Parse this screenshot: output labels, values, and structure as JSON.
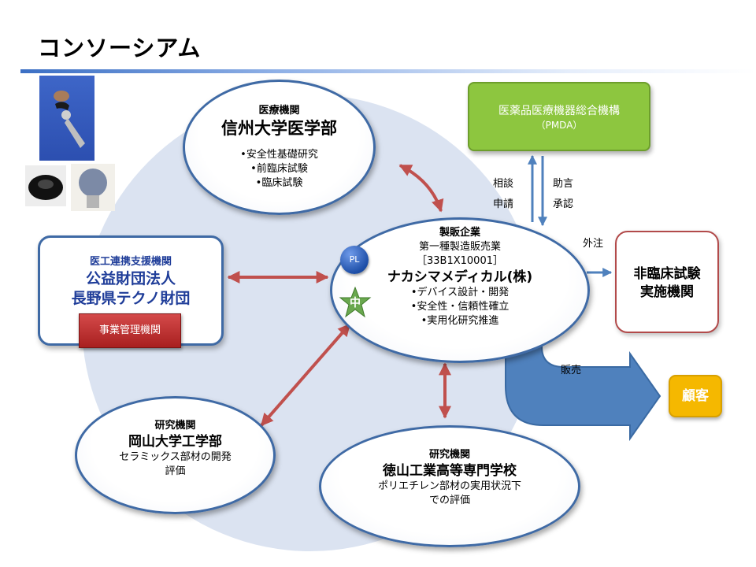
{
  "title": "コンソーシアム",
  "medical": {
    "category": "医療機関",
    "name": "信州大学医学部",
    "items": [
      "•安全性基礎研究",
      "•前臨床試験",
      "•臨床試験"
    ]
  },
  "support": {
    "category": "医工連携支援機関",
    "name_line1": "公益財団法人",
    "name_line2": "長野県テクノ財団",
    "role_button": "事業管理機関"
  },
  "manufacturer": {
    "category": "製販企業",
    "license": "第一種製造販売業",
    "license_no": "［33B1X10001］",
    "name": "ナカシマメディカル(株)",
    "items": [
      "•デバイス設計・開発",
      "•安全性・信頼性確立",
      "•実用化研究推進"
    ],
    "pl_badge": "PL",
    "center_badge": "中"
  },
  "pmda": {
    "line1": "医薬品医療機器総合機構",
    "line2": "（PMDA）"
  },
  "pmda_links": {
    "consult": "相談",
    "apply": "申請",
    "advice": "助言",
    "approval": "承認"
  },
  "outsource_label": "外注",
  "nonclinical": {
    "line1": "非臨床試験",
    "line2": "実施機関"
  },
  "sales_label": "販売",
  "customer": "顧客",
  "okayama": {
    "category": "研究機関",
    "name": "岡山大学工学部",
    "desc1": "セラミックス部材の開発",
    "desc2": "評価"
  },
  "tokuyama": {
    "category": "研究機関",
    "name": "徳山工業高等専門学校",
    "desc1": "ポリエチレン部材の実用状況下",
    "desc2": "での評価"
  },
  "colors": {
    "pmda_green": "#8dc63f",
    "arrow_red": "#c0504d",
    "arrow_blue": "#4f81bd",
    "customer_gold": "#f5b800",
    "circle_bg": "#dbe3f1"
  }
}
